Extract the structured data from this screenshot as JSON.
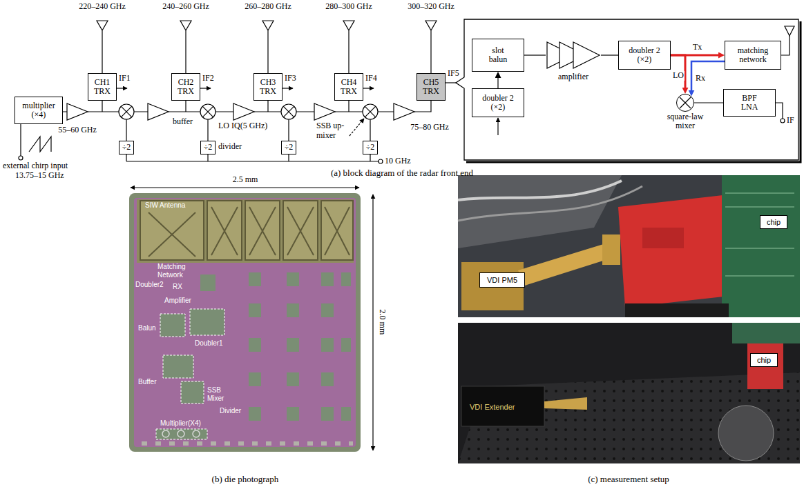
{
  "diagram": {
    "nodes": [
      {
        "text": [
          "multiplier (×4)"
        ]
      },
      {
        "text": [
          "CH1 TRX"
        ]
      },
      {
        "text": [
          "CH2 TRX"
        ]
      },
      {
        "text": [
          "CH3 TRX"
        ]
      },
      {
        "text": [
          "CH4 TRX"
        ]
      },
      {
        "text": [
          "CH5 TRX"
        ]
      },
      {
        "text": [
          "÷2"
        ]
      },
      {
        "text": [
          "÷2"
        ]
      },
      {
        "text": [
          "÷2"
        ]
      },
      {
        "text": [
          "÷2"
        ]
      },
      {
        "text": [
          "slot balun"
        ]
      },
      {
        "text": [
          "doubler 2 (×2)"
        ]
      },
      {
        "text": [
          "amplifier"
        ]
      },
      {
        "text": [
          "doubler 2 (×2)"
        ]
      },
      {
        "text": [
          "matching network"
        ]
      },
      {
        "text": [
          "square-law mixer"
        ]
      },
      {
        "text": [
          "BPF LNA"
        ]
      },
      {
        "text": [
          "chip"
        ]
      },
      {
        "text": [
          "VDI PM5"
        ]
      },
      {
        "text": [
          "chip"
        ]
      }
    ],
    "edges": [
      {
        "from": 11,
        "to": 10,
        "arrow": "to"
      },
      {
        "from": 10,
        "to": 12,
        "arrow": "none"
      },
      {
        "from": 12,
        "to": 13,
        "arrow": "none"
      },
      {
        "from": 13,
        "to": 14,
        "arrow": "to",
        "label": "Tx"
      },
      {
        "from": 13,
        "to": 15,
        "arrow": "to",
        "label": "LO"
      },
      {
        "from": 14,
        "to": 15,
        "arrow": "to",
        "label": "Rx"
      },
      {
        "from": 15,
        "to": 16,
        "arrow": "none"
      }
    ],
    "labels": [
      "220–240 GHz",
      "240–260 GHz",
      "260–280 GHz",
      "280–300 GHz",
      "300–320 GHz",
      "IF1",
      "IF2",
      "IF3",
      "IF4",
      "IF5",
      "55–60 GHz",
      "buffer",
      "LO IQ(5 GHz)",
      "SSB up-mixer",
      "75–80 GHz",
      "divider",
      "10 GHz",
      "external chirp input",
      "13.75–15 GHz",
      "IF",
      "(a) block diagram of the radar front end",
      "2.5 mm",
      "2.0 mm",
      "SIW Antenna",
      "Matching Network",
      "Doubler2",
      "RX",
      "Amplifier",
      "Balun",
      "Doubler1",
      "Buffer",
      "SSB Mixer",
      "Multiplier(X4)",
      "Divider",
      "(b) die photograph",
      "VDI Extender",
      "(c) measurement setup"
    ]
  }
}
